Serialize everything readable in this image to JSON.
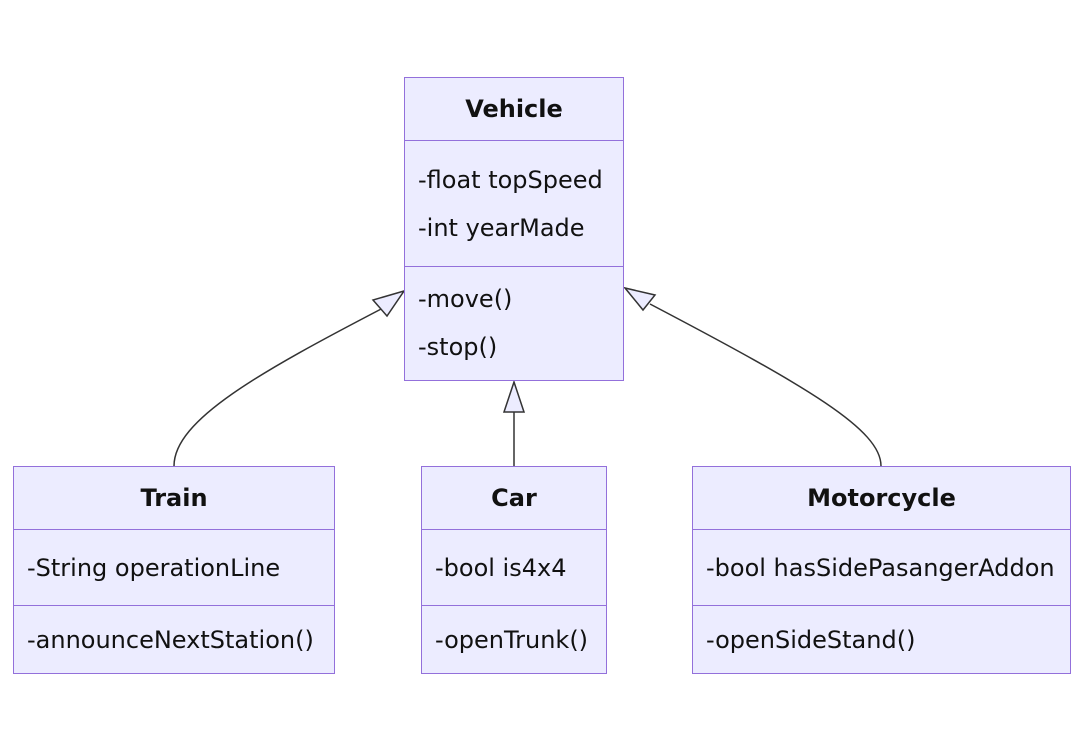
{
  "diagram": {
    "type": "uml-class-diagram",
    "classes": [
      {
        "id": "vehicle",
        "name": "Vehicle",
        "attributes": [
          "-float topSpeed",
          "-int yearMade"
        ],
        "methods": [
          "-move()",
          "-stop()"
        ]
      },
      {
        "id": "train",
        "name": "Train",
        "attributes": [
          "-String operationLine"
        ],
        "methods": [
          "-announceNextStation()"
        ]
      },
      {
        "id": "car",
        "name": "Car",
        "attributes": [
          "-bool is4x4"
        ],
        "methods": [
          "-openTrunk()"
        ]
      },
      {
        "id": "motorcycle",
        "name": "Motorcycle",
        "attributes": [
          "-bool hasSidePasangerAddon"
        ],
        "methods": [
          "-openSideStand()"
        ]
      }
    ],
    "relationships": [
      {
        "type": "inheritance",
        "from": "Train",
        "to": "Vehicle"
      },
      {
        "type": "inheritance",
        "from": "Car",
        "to": "Vehicle"
      },
      {
        "type": "inheritance",
        "from": "Motorcycle",
        "to": "Vehicle"
      }
    ],
    "colors": {
      "fill": "#ececff",
      "border": "#9370db",
      "edge": "#333333"
    }
  }
}
